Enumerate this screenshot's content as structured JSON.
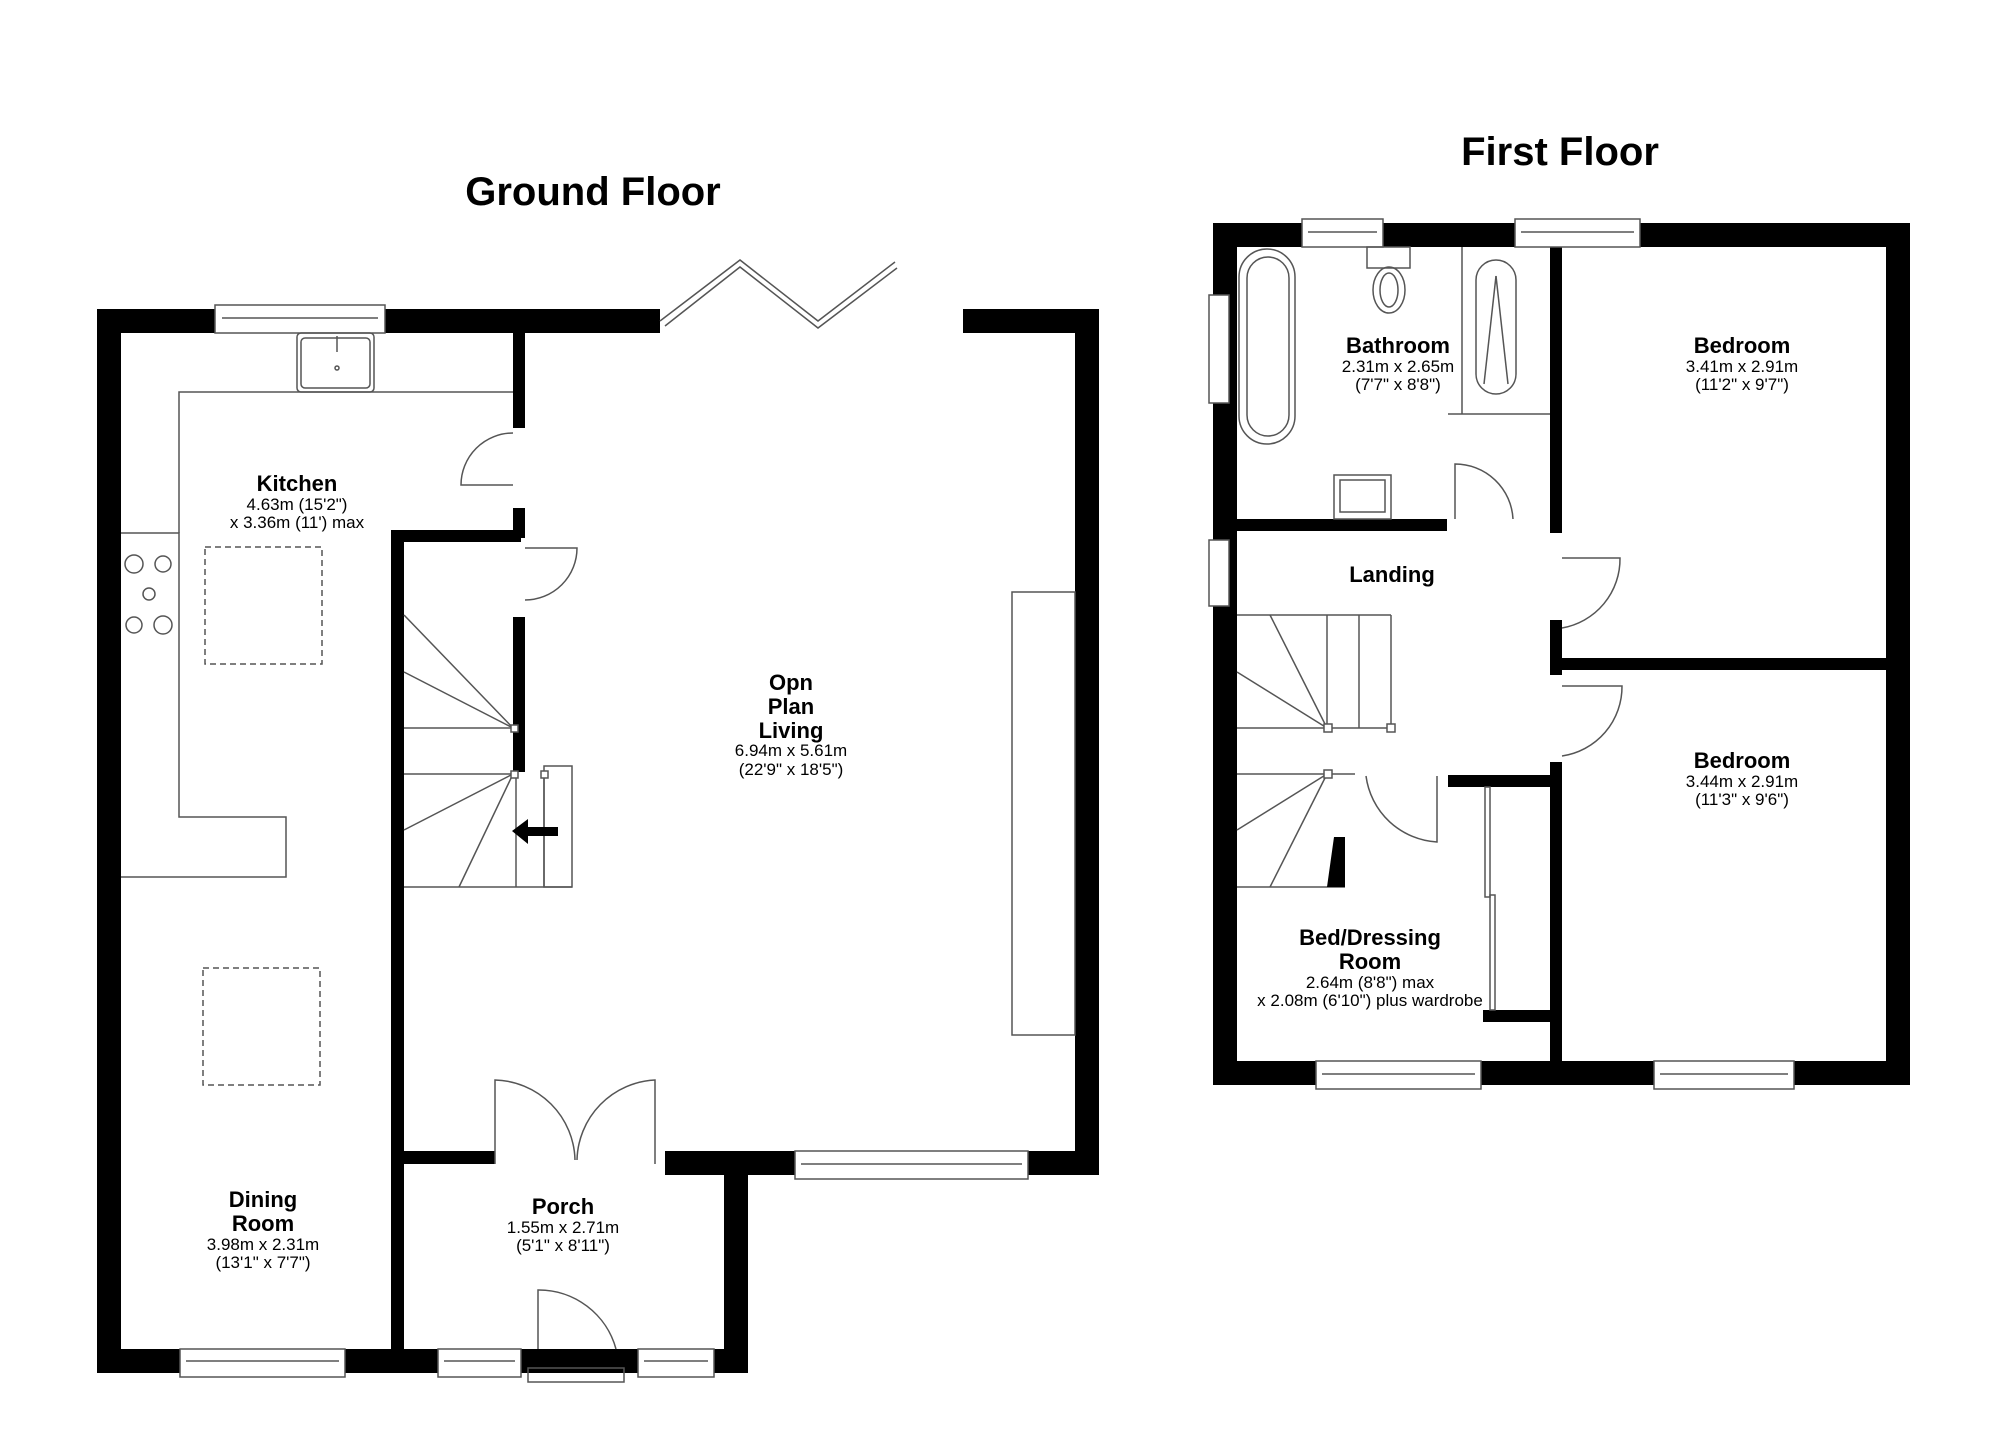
{
  "floors": [
    {
      "title": "Ground Floor",
      "rooms": [
        {
          "id": "kitchen",
          "name": [
            "Kitchen"
          ],
          "dims": [
            "4.63m (15'2\")",
            "x 3.36m (11') max"
          ]
        },
        {
          "id": "open-plan-living",
          "name": [
            "Opn",
            "Plan",
            "Living"
          ],
          "dims": [
            "6.94m x 5.61m",
            "(22'9\" x 18'5\")"
          ]
        },
        {
          "id": "dining-room",
          "name": [
            "Dining",
            "Room"
          ],
          "dims": [
            "3.98m x 2.31m",
            "(13'1\" x 7'7\")"
          ]
        },
        {
          "id": "porch",
          "name": [
            "Porch"
          ],
          "dims": [
            "1.55m x 2.71m",
            "(5'1\" x 8'11\")"
          ]
        }
      ]
    },
    {
      "title": "First Floor",
      "rooms": [
        {
          "id": "bathroom",
          "name": [
            "Bathroom"
          ],
          "dims": [
            "2.31m x 2.65m",
            "(7'7\" x 8'8\")"
          ]
        },
        {
          "id": "bedroom-1",
          "name": [
            "Bedroom"
          ],
          "dims": [
            "3.41m x 2.91m",
            "(11'2\" x 9'7\")"
          ]
        },
        {
          "id": "landing",
          "name": [
            "Landing"
          ],
          "dims": []
        },
        {
          "id": "bedroom-2",
          "name": [
            "Bedroom"
          ],
          "dims": [
            "3.44m x 2.91m",
            "(11'3\" x 9'6\")"
          ]
        },
        {
          "id": "bed-dressing-room",
          "name": [
            "Bed/Dressing",
            "Room"
          ],
          "dims": [
            "2.64m (8'8\") max",
            "x 2.08m (6'10\") plus wardrobe"
          ]
        }
      ]
    }
  ],
  "icons": {
    "stair-direction": "arrow-left-icon",
    "hob": "hob-icon",
    "sink": "sink-icon",
    "bath": "bath-icon",
    "toilet": "toilet-icon",
    "shower": "shower-icon",
    "basin": "basin-icon"
  }
}
